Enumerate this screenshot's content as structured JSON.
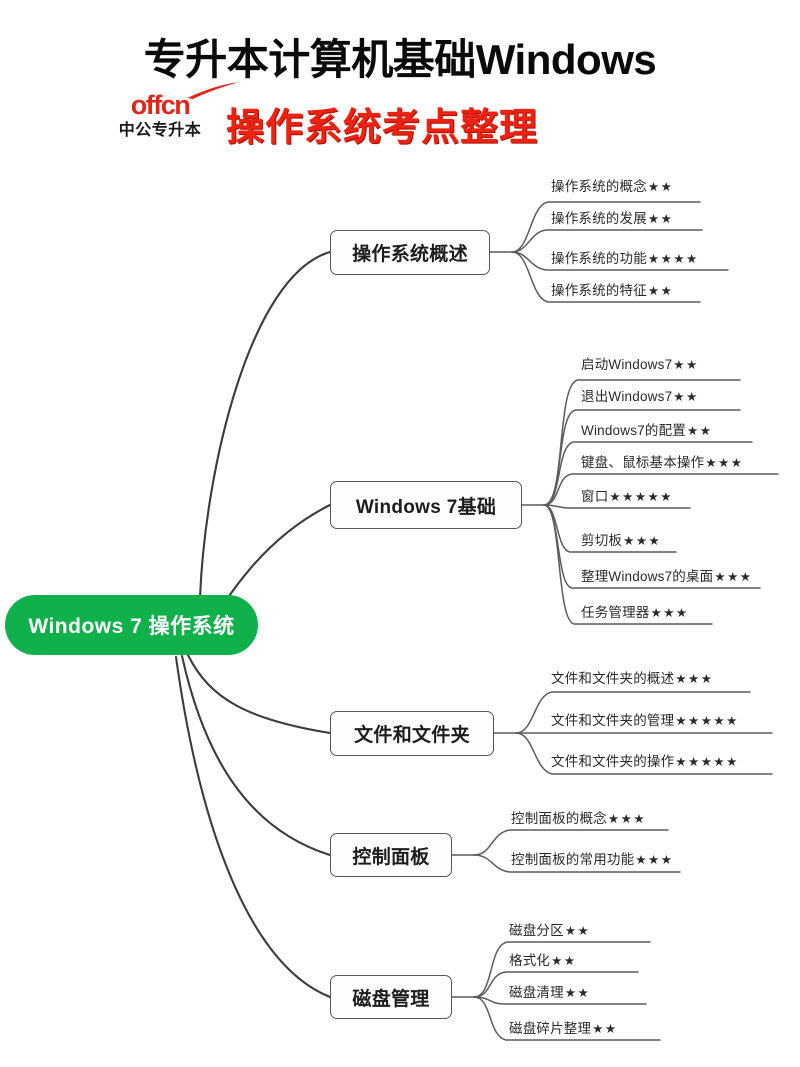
{
  "header": {
    "title_main": "专升本计算机基础Windows",
    "title_sub": "操作系统考点整理",
    "brand_logo": "offcn",
    "brand_sub": "中公专升本",
    "brand_color": "#e1261c",
    "subtitle_color": "#ee2211"
  },
  "mindmap": {
    "root": {
      "label": "Windows 7 操作系统",
      "color": "#10b04a",
      "text_color": "#ffffff"
    },
    "branches": [
      {
        "label": "操作系统概述",
        "leaves": [
          {
            "text": "操作系统的概念",
            "stars": "★★"
          },
          {
            "text": "操作系统的发展",
            "stars": "★★"
          },
          {
            "text": "操作系统的功能",
            "stars": "★★★★"
          },
          {
            "text": "操作系统的特征",
            "stars": "★★"
          }
        ]
      },
      {
        "label": "Windows 7基础",
        "leaves": [
          {
            "text": "启动Windows7",
            "stars": "★★"
          },
          {
            "text": "退出Windows7",
            "stars": "★★"
          },
          {
            "text": "Windows7的配置",
            "stars": "★★"
          },
          {
            "text": "键盘、鼠标基本操作",
            "stars": "★★★"
          },
          {
            "text": "窗口",
            "stars": "★★★★★"
          },
          {
            "text": "剪切板",
            "stars": "★★★"
          },
          {
            "text": "整理Windows7的桌面",
            "stars": "★★★"
          },
          {
            "text": "任务管理器",
            "stars": "★★★"
          }
        ]
      },
      {
        "label": "文件和文件夹",
        "leaves": [
          {
            "text": "文件和文件夹的概述",
            "stars": "★★★"
          },
          {
            "text": "文件和文件夹的管理",
            "stars": "★★★★★"
          },
          {
            "text": "文件和文件夹的操作",
            "stars": "★★★★★"
          }
        ]
      },
      {
        "label": "控制面板",
        "leaves": [
          {
            "text": "控制面板的概念",
            "stars": "★★★"
          },
          {
            "text": "控制面板的常用功能",
            "stars": "★★★"
          }
        ]
      },
      {
        "label": "磁盘管理",
        "leaves": [
          {
            "text": "磁盘分区",
            "stars": "★★"
          },
          {
            "text": "格式化",
            "stars": "★★"
          },
          {
            "text": "磁盘清理",
            "stars": "★★"
          },
          {
            "text": "磁盘碎片整理",
            "stars": "★★"
          }
        ]
      }
    ]
  }
}
